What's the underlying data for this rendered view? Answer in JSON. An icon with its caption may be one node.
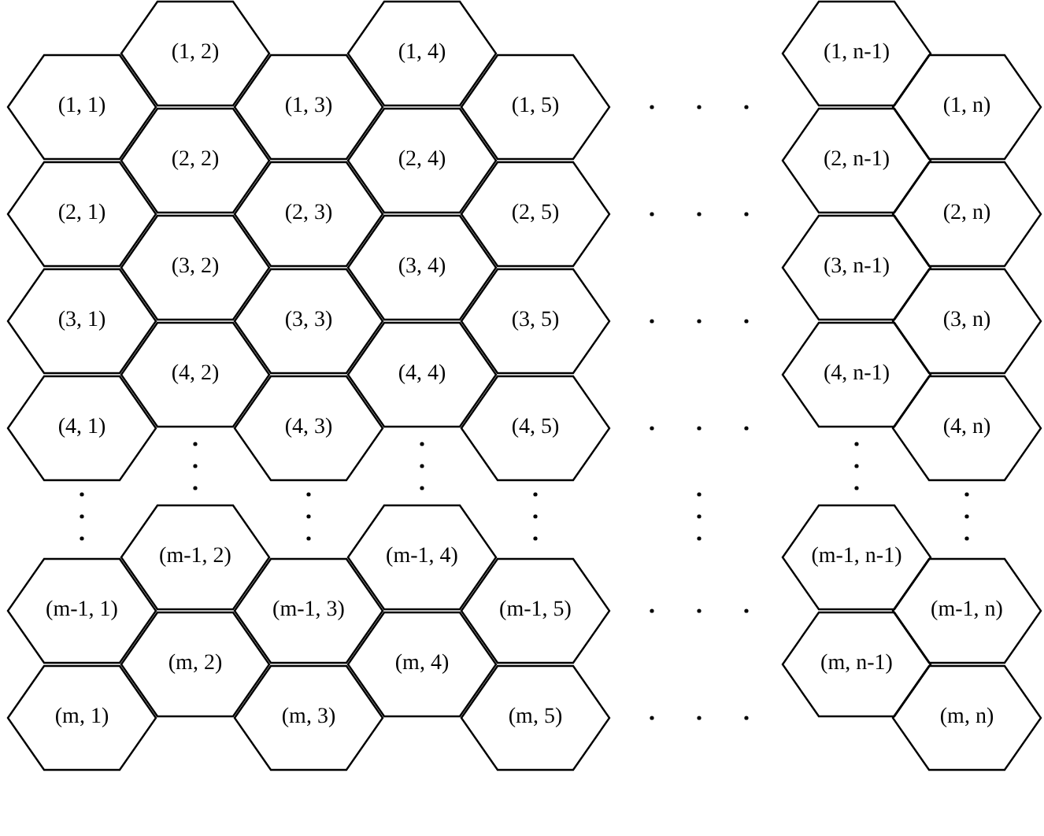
{
  "diagram": {
    "nodes": [
      {
        "text": [
          "(1, 1)"
        ]
      },
      {
        "text": [
          "(1, 2)"
        ]
      },
      {
        "text": [
          "(1, 3)"
        ]
      },
      {
        "text": [
          "(1, 4)"
        ]
      },
      {
        "text": [
          "(1, 5)"
        ]
      },
      {
        "text": [
          "(1, n-1)"
        ]
      },
      {
        "text": [
          "(1, n)"
        ]
      },
      {
        "text": [
          "(2, 1)"
        ]
      },
      {
        "text": [
          "(2, 2)"
        ]
      },
      {
        "text": [
          "(2, 3)"
        ]
      },
      {
        "text": [
          "(2, 4)"
        ]
      },
      {
        "text": [
          "(2, 5)"
        ]
      },
      {
        "text": [
          "(2, n-1)"
        ]
      },
      {
        "text": [
          "(2, n)"
        ]
      },
      {
        "text": [
          "(3, 1)"
        ]
      },
      {
        "text": [
          "(3, 2)"
        ]
      },
      {
        "text": [
          "(3, 3)"
        ]
      },
      {
        "text": [
          "(3, 4)"
        ]
      },
      {
        "text": [
          "(3, 5)"
        ]
      },
      {
        "text": [
          "(3, n-1)"
        ]
      },
      {
        "text": [
          "(3, n)"
        ]
      },
      {
        "text": [
          "(4, 1)"
        ]
      },
      {
        "text": [
          "(4, 2)"
        ]
      },
      {
        "text": [
          "(4, 3)"
        ]
      },
      {
        "text": [
          "(4, 4)"
        ]
      },
      {
        "text": [
          "(4, 5)"
        ]
      },
      {
        "text": [
          "(4, n-1)"
        ]
      },
      {
        "text": [
          "(4, n)"
        ]
      },
      {
        "text": [
          "(m-1, 1)"
        ]
      },
      {
        "text": [
          "(m-1, 2)"
        ]
      },
      {
        "text": [
          "(m-1, 3)"
        ]
      },
      {
        "text": [
          "(m-1, 4)"
        ]
      },
      {
        "text": [
          "(m-1, 5)"
        ]
      },
      {
        "text": [
          "(m-1, n-1)"
        ]
      },
      {
        "text": [
          "(m-1, n)"
        ]
      },
      {
        "text": [
          "(m, 1)"
        ]
      },
      {
        "text": [
          "(m, 2)"
        ]
      },
      {
        "text": [
          "(m, 3)"
        ]
      },
      {
        "text": [
          "(m, 4)"
        ]
      },
      {
        "text": [
          "(m, 5)"
        ]
      },
      {
        "text": [
          "(m, n-1)"
        ]
      },
      {
        "text": [
          "(m, n)"
        ]
      }
    ]
  }
}
